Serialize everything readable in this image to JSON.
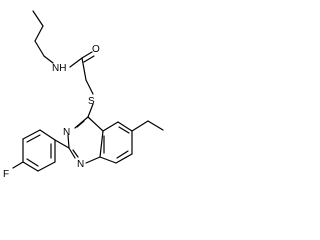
{
  "molecule": {
    "atoms": {
      "amide_n": "NH",
      "carbonyl_o": "O",
      "thioether_s": "S",
      "ring_n3": "N",
      "ring_n1": "N",
      "fluorine": "F"
    }
  }
}
